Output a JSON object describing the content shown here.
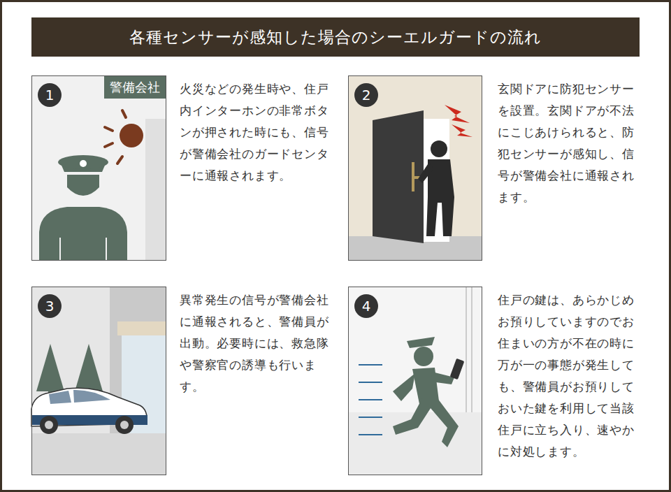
{
  "diagram": {
    "title": "各種センサーが感知した場合のシーエルガードの流れ",
    "nodes": [
      {
        "text": [
          "1",
          "警備会社"
        ]
      },
      {
        "text": [
          "2"
        ]
      },
      {
        "text": [
          "3"
        ]
      },
      {
        "text": [
          "4"
        ]
      }
    ],
    "labels": [
      "火災などの発生時や、住戸内インターホンの非常ボタンが押された時にも、信号が警備会社のガードセンターに通報されます。",
      "玄関ドアに防犯センサーを設置。玄関ドアが不法にこじあけられると、防犯センサーが感知し、信号が警備会社に通報されます。",
      "異常発生の信号が警備会社に通報されると、警備員が出動。必要時には、救急隊や警察官の誘導も行います。",
      "住戸の鍵は、あらかじめお預りしていますのでお住まいの方が不在の時に万が一の事態が発生しても、警備員がお預りしておいた鍵を利用して当該住戸に立ち入り、速やかに対処します。"
    ]
  }
}
